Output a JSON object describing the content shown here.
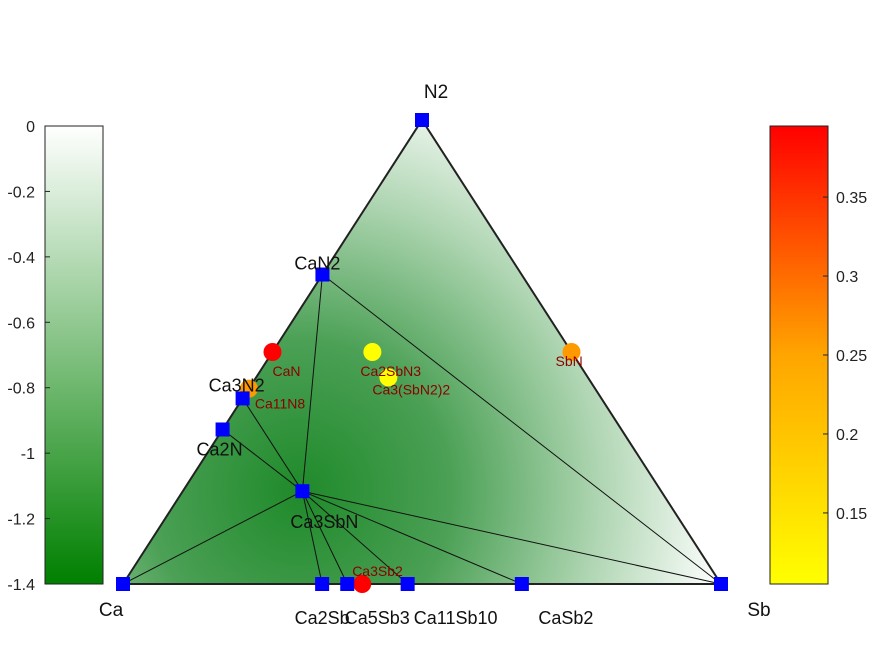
{
  "chart_data": {
    "type": "scatter",
    "title": "",
    "vertices": [
      "Ca",
      "N2",
      "Sb"
    ],
    "left_colorbar": {
      "ticks": [
        "0",
        "-0.2",
        "-0.4",
        "-0.6",
        "-0.8",
        "-1",
        "-1.2",
        "-1.4"
      ],
      "range": [
        -1.4,
        0
      ],
      "color_top": "#ffffff",
      "color_bottom": "#008000"
    },
    "right_colorbar": {
      "ticks": [
        "0.35",
        "0.3",
        "0.25",
        "0.2",
        "0.15"
      ],
      "range": [
        0.105,
        0.395
      ],
      "color_low": "#ffff00",
      "color_mid": "#ffa500",
      "color_high": "#ff0000"
    },
    "stable_phases": [
      {
        "name": "Ca",
        "ca": 1.0,
        "n": 0.0,
        "sb": 0.0,
        "label": "Ca"
      },
      {
        "name": "N2",
        "ca": 0.0,
        "n": 1.0,
        "sb": 0.0,
        "label": "N2"
      },
      {
        "name": "Sb",
        "ca": 0.0,
        "n": 0.0,
        "sb": 1.0,
        "label": "Sb"
      },
      {
        "name": "CaN2",
        "ca": 0.333,
        "n": 0.667,
        "sb": 0.0,
        "label": "CaN2"
      },
      {
        "name": "Ca3N2",
        "ca": 0.6,
        "n": 0.4,
        "sb": 0.0,
        "label": "Ca3N2"
      },
      {
        "name": "Ca2N",
        "ca": 0.667,
        "n": 0.333,
        "sb": 0.0,
        "label": "Ca2N"
      },
      {
        "name": "Ca3SbN",
        "ca": 0.6,
        "n": 0.2,
        "sb": 0.2,
        "label": "Ca3SbN"
      },
      {
        "name": "Ca2Sb",
        "ca": 0.667,
        "n": 0.0,
        "sb": 0.333,
        "label": "Ca2Sb"
      },
      {
        "name": "Ca5Sb3",
        "ca": 0.625,
        "n": 0.0,
        "sb": 0.375,
        "label": "Ca5Sb3"
      },
      {
        "name": "Ca11Sb10",
        "ca": 0.524,
        "n": 0.0,
        "sb": 0.476,
        "label": "Ca11Sb10"
      },
      {
        "name": "CaSb2",
        "ca": 0.333,
        "n": 0.0,
        "sb": 0.667,
        "label": "CaSb2"
      }
    ],
    "unstable_phases": [
      {
        "name": "CaN",
        "ca": 0.5,
        "n": 0.5,
        "sb": 0.0,
        "e_above_hull": 0.39,
        "color": "#ff0000",
        "label": "CaN"
      },
      {
        "name": "Ca11N8",
        "ca": 0.579,
        "n": 0.421,
        "sb": 0.0,
        "e_above_hull": 0.26,
        "color": "#ff9900",
        "label": "Ca11N8"
      },
      {
        "name": "Ca2SbN3",
        "ca": 0.333,
        "n": 0.5,
        "sb": 0.167,
        "e_above_hull": 0.11,
        "color": "#ffff00",
        "label": "Ca2SbN3"
      },
      {
        "name": "Ca3(SbN2)2",
        "ca": 0.333,
        "n": 0.444,
        "sb": 0.222,
        "e_above_hull": 0.11,
        "color": "#ffff00",
        "label": "Ca3(SbN2)2"
      },
      {
        "name": "SbN",
        "ca": 0.0,
        "n": 0.5,
        "sb": 0.5,
        "e_above_hull": 0.26,
        "color": "#ff9900",
        "label": "SbN"
      },
      {
        "name": "Ca3Sb2",
        "ca": 0.6,
        "n": 0.0,
        "sb": 0.4,
        "e_above_hull": 0.39,
        "color": "#ff0000",
        "label": "Ca3Sb2"
      }
    ],
    "tie_lines": [
      [
        "Ca",
        "Ca3SbN"
      ],
      [
        "Ca",
        "Ca2N"
      ],
      [
        "CaN2",
        "Ca3SbN"
      ],
      [
        "CaN2",
        "Sb"
      ],
      [
        "Ca3N2",
        "Ca3SbN"
      ],
      [
        "Ca2N",
        "Ca3SbN"
      ],
      [
        "Ca3SbN",
        "Sb"
      ],
      [
        "Ca3SbN",
        "CaSb2"
      ],
      [
        "Ca3SbN",
        "Ca11Sb10"
      ],
      [
        "Ca3SbN",
        "Ca5Sb3"
      ],
      [
        "Ca3SbN",
        "Ca2Sb"
      ]
    ]
  }
}
